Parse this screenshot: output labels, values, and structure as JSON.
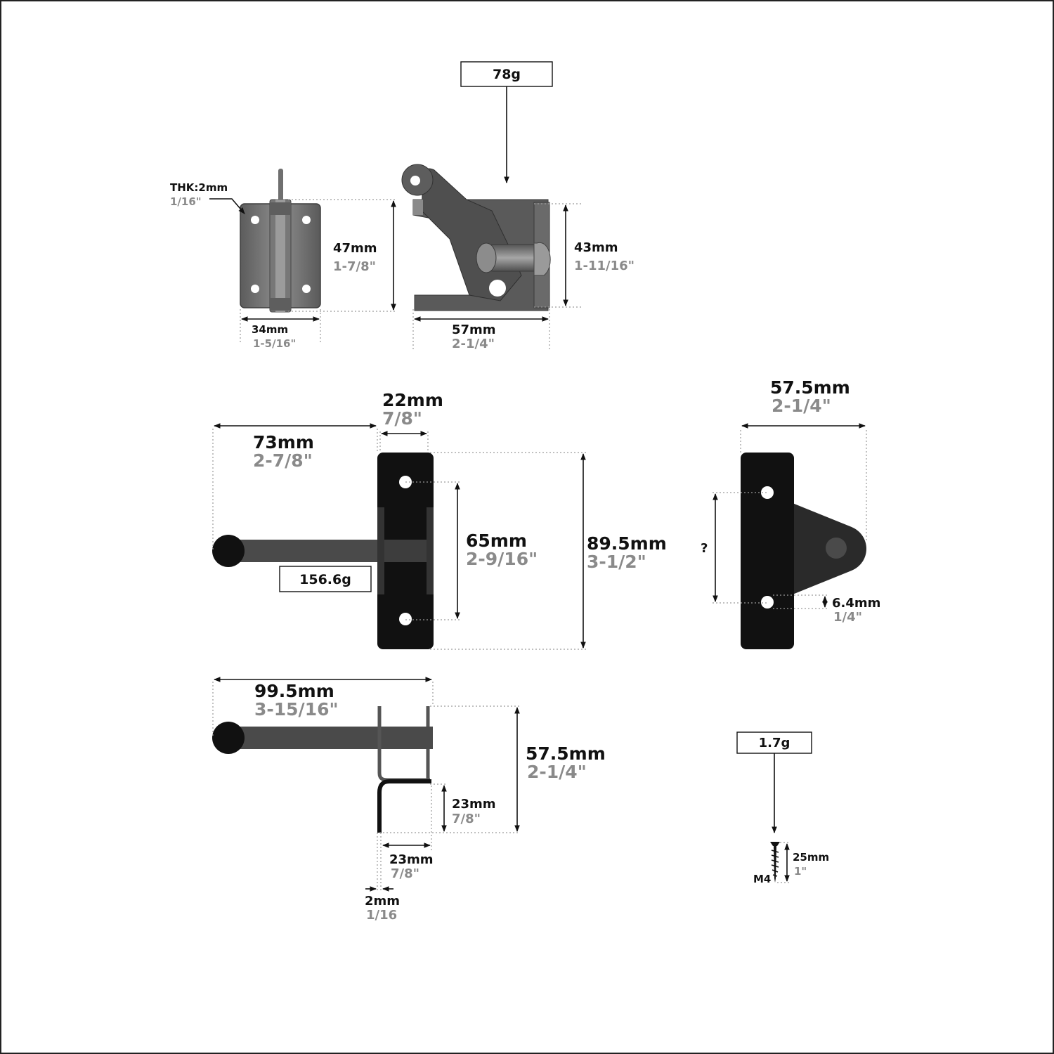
{
  "weights": {
    "latch": "78g",
    "lever": "156.6g",
    "screw": "1.7g"
  },
  "hinge_view": {
    "thickness_mm": "THK:2mm",
    "thickness_in": "1/16\"",
    "height_mm": "47mm",
    "height_in": "1-7/8\"",
    "width_mm": "34mm",
    "width_in": "1-5/16\""
  },
  "latch_view": {
    "height_mm": "43mm",
    "height_in": "1-11/16\"",
    "width_mm": "57mm",
    "width_in": "2-1/4\""
  },
  "lever_front": {
    "arm_mm": "73mm",
    "arm_in": "2-7/8\"",
    "plate_width_mm": "22mm",
    "plate_width_in": "7/8\"",
    "hole_spacing_mm": "65mm",
    "hole_spacing_in": "2-9/16\"",
    "plate_height_mm": "89.5mm",
    "plate_height_in": "3-1/2\""
  },
  "side_plate": {
    "width_mm": "57.5mm",
    "width_in": "2-1/4\"",
    "hole_spacing": "?",
    "edge_mm": "6.4mm",
    "edge_in": "1/4\""
  },
  "lever_top": {
    "length_mm": "99.5mm",
    "length_in": "3-15/16\"",
    "height_mm": "57.5mm",
    "height_in": "2-1/4\"",
    "inner_height_mm": "23mm",
    "inner_height_in": "7/8\"",
    "inner_width_mm": "23mm",
    "inner_width_in": "7/8\"",
    "thickness_mm": "2mm",
    "thickness_in": "1/16"
  },
  "screw": {
    "length_mm": "25mm",
    "length_in": "1\"",
    "size": "M4"
  },
  "colors": {
    "dark_part": "#1c1c1c",
    "metal_gray": "#6e6e6e",
    "imperial_text": "#8a8a8a"
  }
}
